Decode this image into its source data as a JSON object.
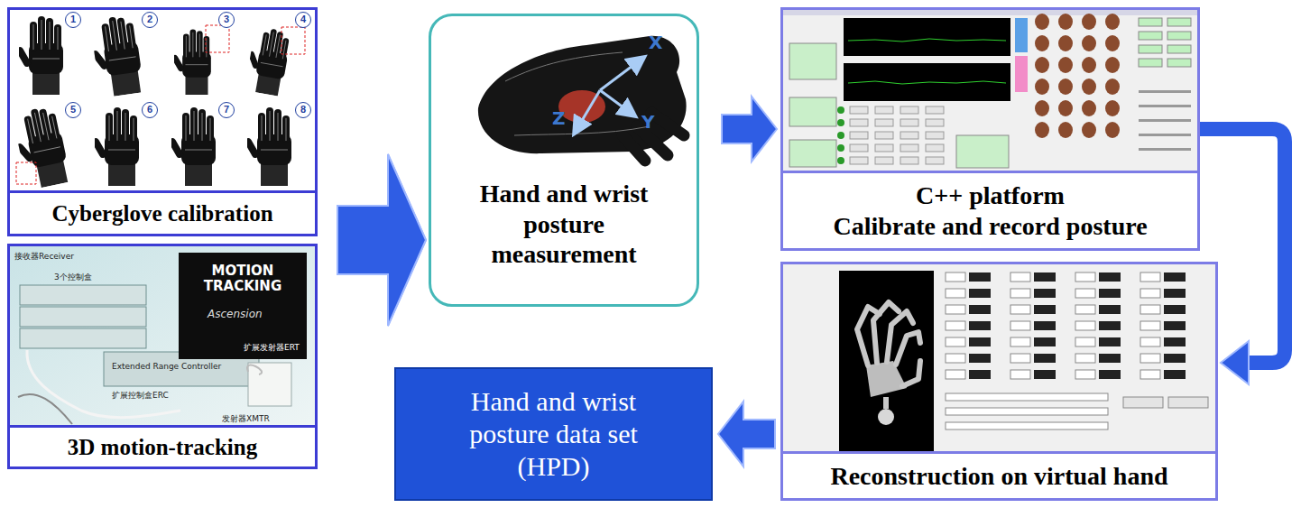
{
  "diagram": {
    "nodes": [
      {
        "text": [
          "Cyberglove calibration"
        ]
      },
      {
        "text": [
          "3D motion-tracking"
        ]
      },
      {
        "text": [
          "Hand and wrist posture measurement"
        ]
      },
      {
        "text": [
          "C++ platform",
          "Calibrate and record posture"
        ]
      },
      {
        "text": [
          "Reconstruction on virtual hand"
        ]
      },
      {
        "text": [
          "Hand and wrist posture data set (HPD)"
        ]
      }
    ],
    "edges": [
      {
        "from": 0,
        "to": 2,
        "arrow": "to"
      },
      {
        "from": 1,
        "to": 2,
        "arrow": "to"
      },
      {
        "from": 2,
        "to": 3,
        "arrow": "to"
      },
      {
        "from": 3,
        "to": 4,
        "arrow": "to"
      },
      {
        "from": 4,
        "to": 5,
        "arrow": "to"
      }
    ],
    "labels": [
      "1",
      "2",
      "3",
      "4",
      "5",
      "6",
      "7",
      "8",
      "接收器Receiver",
      "3个控制盒",
      "MOTION TRACKING",
      "Ascension",
      "扩展发射器ERT",
      "Extended Range Controller",
      "扩展控制盒ERC",
      "发射器XMTR",
      "X",
      "Z",
      "Y"
    ]
  }
}
